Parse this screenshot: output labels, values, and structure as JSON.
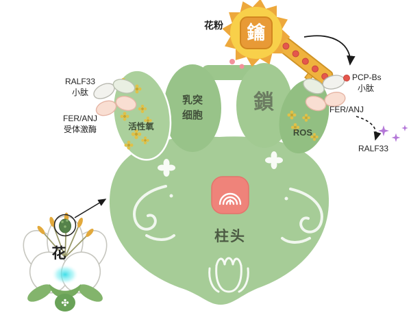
{
  "pollen": {
    "label": "花粉",
    "key_char": "鑰"
  },
  "stigma": {
    "label": "柱头",
    "lock_char": "鎖",
    "papilla_cell": [
      "乳突",
      "细胞"
    ],
    "ros_cn": "活性氧",
    "ros_en": "ROS"
  },
  "receptors_left": {
    "peptide": [
      "RALF33",
      "小肽"
    ],
    "kinase": [
      "FER/ANJ",
      "受体激酶"
    ]
  },
  "receptors_right": {
    "peptide": [
      "PCP-Bs",
      "小肽"
    ],
    "kinase": "FER/ANJ",
    "released_peptide": "RALF33"
  },
  "flower": {
    "label": "花"
  },
  "colors": {
    "stigma_green": "#a6cc97",
    "lobe_green_dark": "#98c389",
    "lobe_green_light": "#abd09c",
    "sun_yellow": "#f8d04a",
    "sun_spikes": "#eda83c",
    "key_orange": "#e89a36",
    "dot_red": "#e4574d",
    "fingerprint_red": "#ef837a",
    "sparkle_yellow": "#e0c148",
    "diamond_purple": "#b478d8",
    "receptor_pink": "#f9ded2",
    "receptor_white": "#f2f2ee",
    "glow_cyan": "#35dce6"
  }
}
